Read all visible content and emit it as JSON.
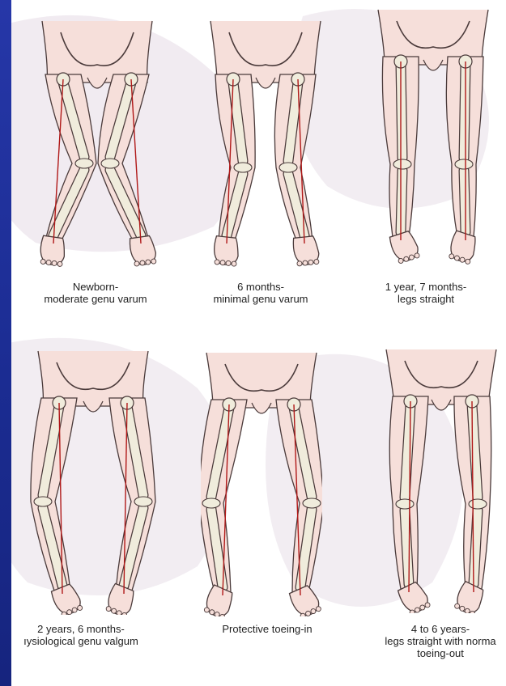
{
  "figures": [
    {
      "id": "newborn",
      "caption": [
        "Newborn-",
        "moderate genu varum"
      ],
      "alignment": "genu-varum-moderate"
    },
    {
      "id": "6-months",
      "caption": [
        "6 months-",
        "minimal genu varum"
      ],
      "alignment": "genu-varum-minimal"
    },
    {
      "id": "1-year-7-months",
      "caption": [
        "1 year, 7 months-",
        "legs straight"
      ],
      "alignment": "straight"
    },
    {
      "id": "2-years-6-months",
      "caption": [
        "2 years, 6 months-",
        "ıysiological genu valgum"
      ],
      "alignment": "genu-valgum"
    },
    {
      "id": "protective-toeing-in",
      "caption": [
        "Protective toeing-in"
      ],
      "alignment": "toeing-in"
    },
    {
      "id": "4-to-6-years",
      "caption": [
        "4 to 6 years-",
        "legs straight with norma",
        "toeing-out"
      ],
      "alignment": "straight-toeing-out"
    }
  ],
  "colors": {
    "background": "#1d2f9a",
    "panel": "#ffffff",
    "skin": "#f6dfda",
    "skin_outline": "#4a3a3a",
    "bone": "#f0ecdc",
    "axis_line": "#b01818",
    "watermark": "#e3d9e3"
  }
}
